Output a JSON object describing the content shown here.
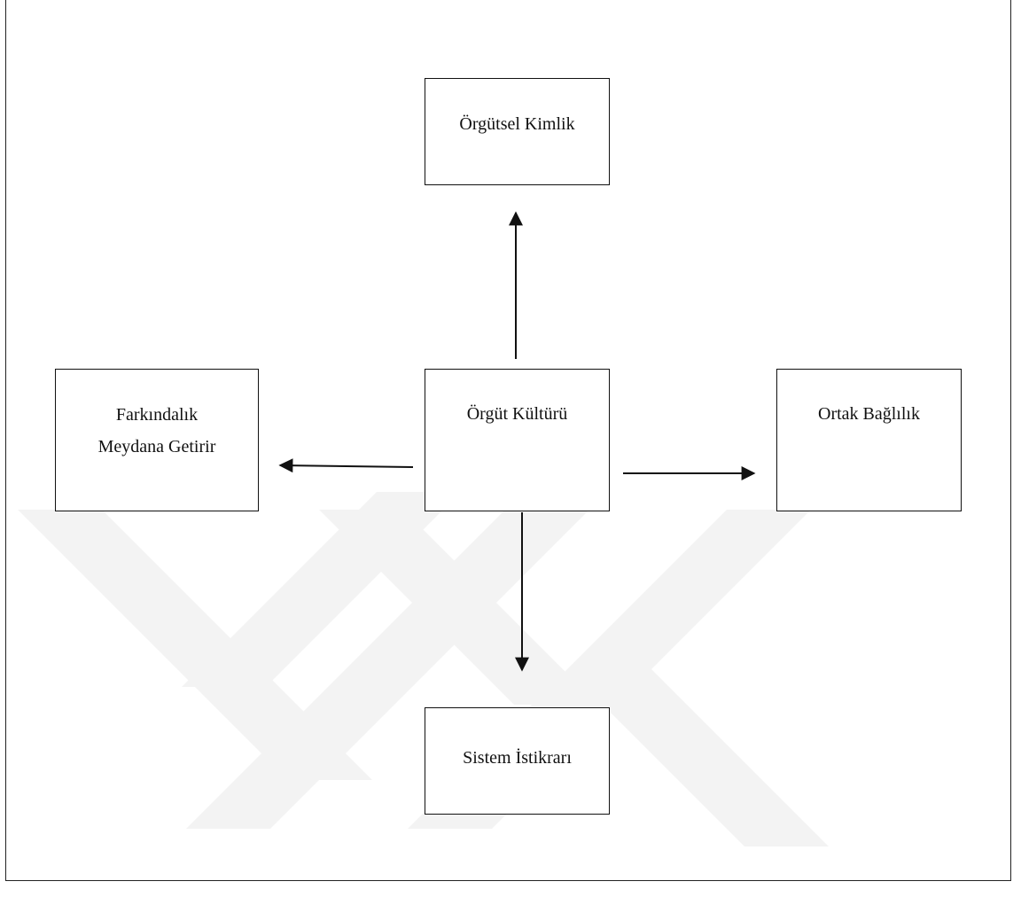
{
  "diagram": {
    "center": "Örgüt Kültürü",
    "top": "Örgütsel Kimlik",
    "left_line1": "Farkındalık",
    "left_line2": "Meydana Getirir",
    "right": "Ortak Bağlılık",
    "bottom": "Sistem İstikrarı"
  },
  "colors": {
    "border": "#111111",
    "watermark": "#f2f2f2"
  }
}
